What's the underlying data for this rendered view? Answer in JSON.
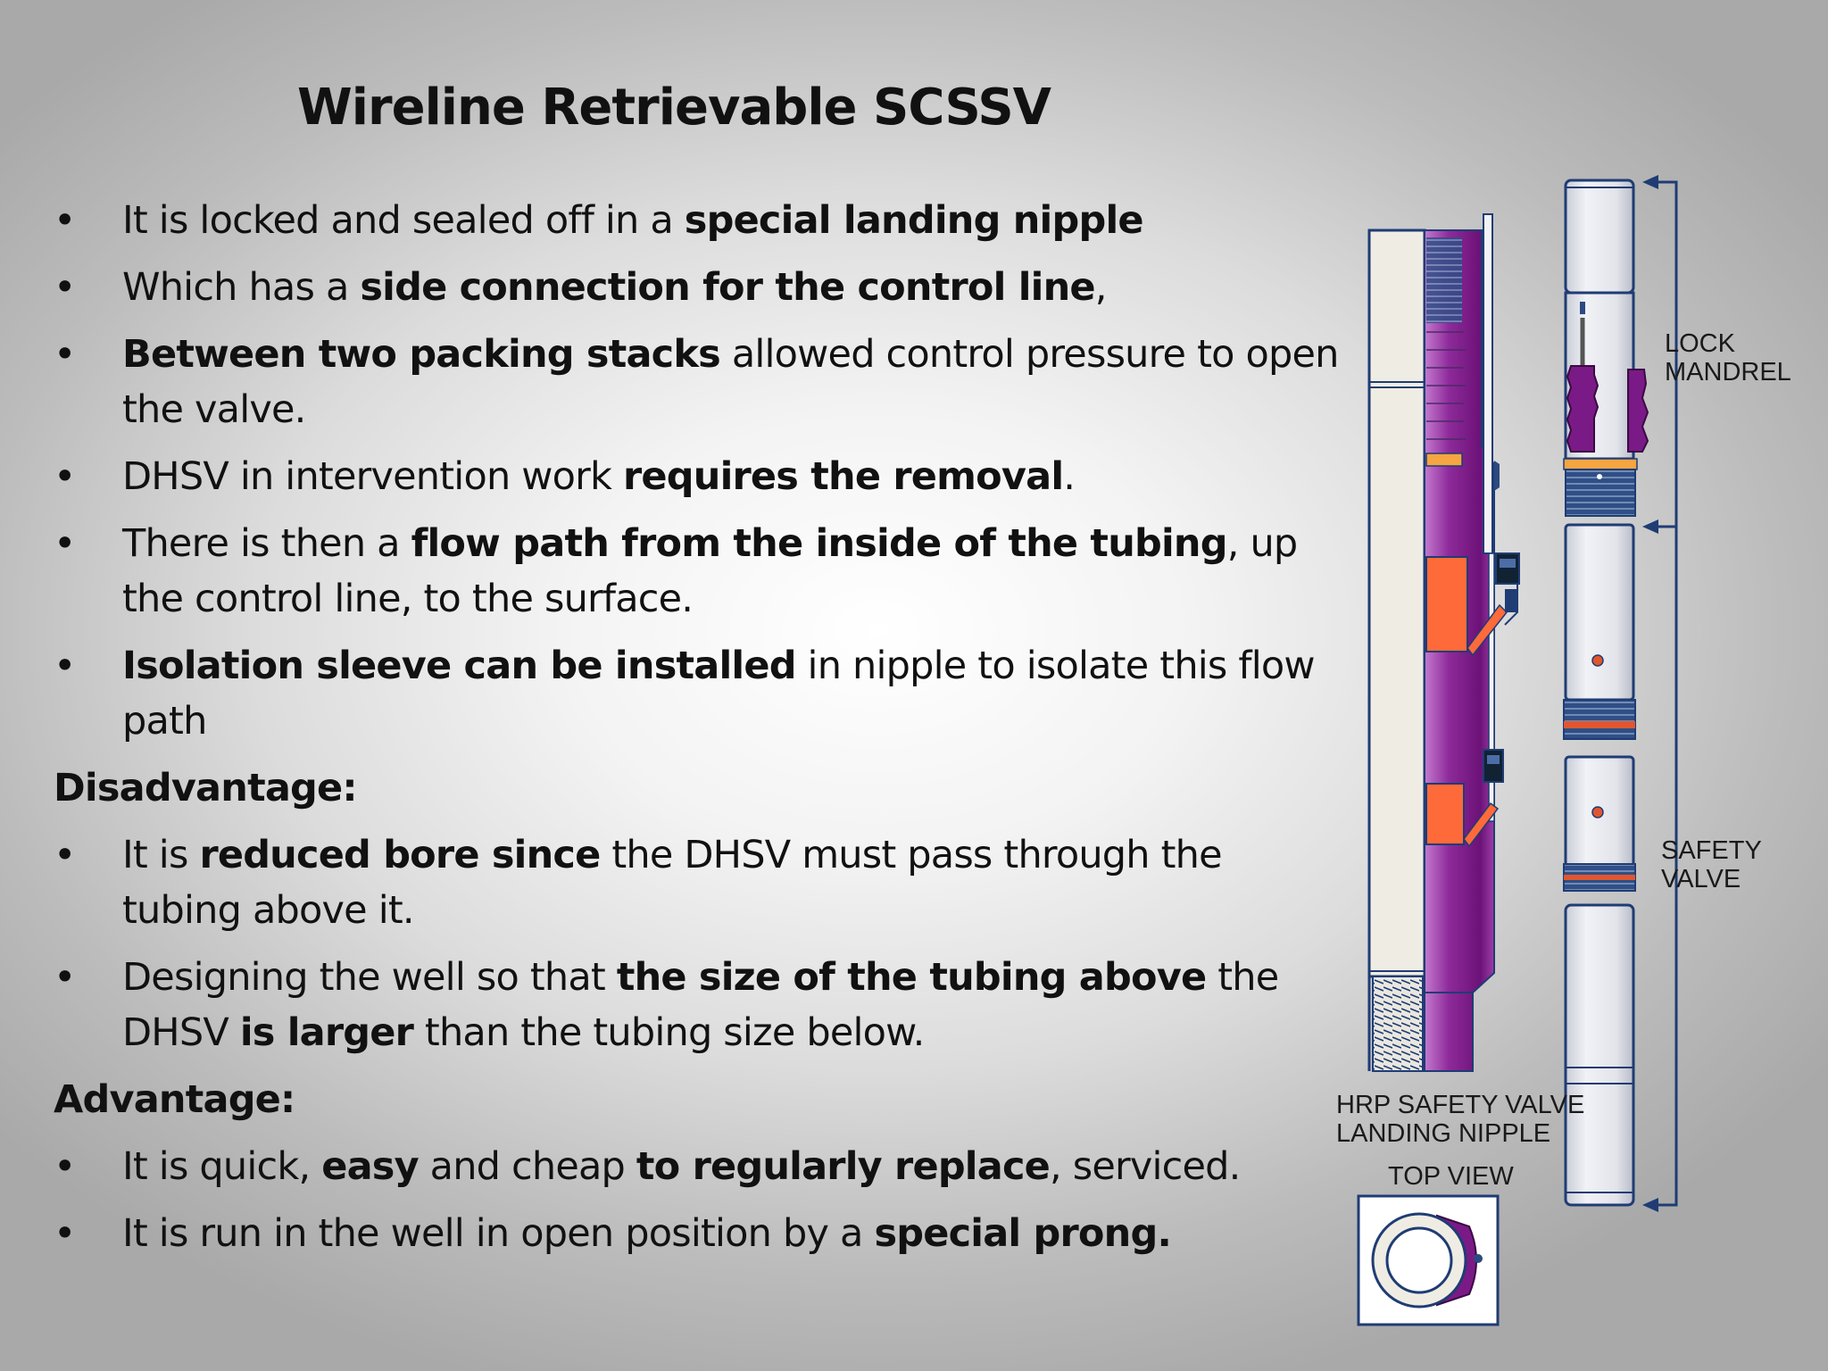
{
  "title": "Wireline Retrievable SCSSV",
  "bullet_symbol": "•",
  "bullets": [
    {
      "segments": [
        {
          "t": "It is locked and sealed off in a ",
          "b": false
        },
        {
          "t": "special landing nipple",
          "b": true
        }
      ]
    },
    {
      "segments": [
        {
          "t": "Which has a ",
          "b": false
        },
        {
          "t": "side connection for the control line",
          "b": true
        },
        {
          "t": ",",
          "b": false
        }
      ]
    },
    {
      "segments": [
        {
          "t": "Between two packing stacks",
          "b": true
        },
        {
          "t": " allowed control pressure to open the valve.",
          "b": false
        }
      ]
    },
    {
      "segments": [
        {
          "t": "DHSV in intervention work ",
          "b": false
        },
        {
          "t": "requires the removal",
          "b": true
        },
        {
          "t": ".",
          "b": false
        }
      ]
    },
    {
      "segments": [
        {
          "t": "There is then a ",
          "b": false
        },
        {
          "t": "flow path from the inside of the tubing",
          "b": true
        },
        {
          "t": ", up the control line, to the surface.",
          "b": false
        }
      ]
    },
    {
      "segments": [
        {
          "t": "Isolation sleeve can be installed",
          "b": true
        },
        {
          "t": " in nipple to isolate this flow path",
          "b": false
        }
      ]
    }
  ],
  "disadvantage": {
    "heading": "Disadvantage:",
    "bullets": [
      {
        "segments": [
          {
            "t": "It is ",
            "b": false
          },
          {
            "t": "reduced bore since",
            "b": true
          },
          {
            "t": " the DHSV must pass through the tubing above it.",
            "b": false
          }
        ]
      },
      {
        "segments": [
          {
            "t": "Designing the well so that ",
            "b": false
          },
          {
            "t": "the size of the tubing above",
            "b": true
          },
          {
            "t": " the DHSV ",
            "b": false
          },
          {
            "t": "is larger",
            "b": true
          },
          {
            "t": " than the tubing size below.",
            "b": false
          }
        ]
      }
    ]
  },
  "advantage": {
    "heading": "Advantage:",
    "bullets": [
      {
        "segments": [
          {
            "t": "It is quick, ",
            "b": false
          },
          {
            "t": "easy",
            "b": true
          },
          {
            "t": " and cheap ",
            "b": false
          },
          {
            "t": "to regularly replace",
            "b": true
          },
          {
            "t": ", serviced.",
            "b": false
          }
        ]
      },
      {
        "segments": [
          {
            "t": "It is run in the well in open position by a ",
            "b": false
          },
          {
            "t": "special prong.",
            "b": true
          }
        ]
      }
    ]
  },
  "figure": {
    "label_lock_line1": "LOCK",
    "label_lock_line2": "MANDREL",
    "label_valve_line1": "SAFETY",
    "label_valve_line2": "VALVE",
    "label_nipple_line1": "HRP SAFETY VALVE",
    "label_nipple_line2": "LANDING NIPPLE",
    "label_top_view": "TOP VIEW",
    "colors": {
      "purple": "#7a1a86",
      "orange": "#ff6a3a",
      "navy": "#1f3c74",
      "cream": "#efede3",
      "steel": "#dfe2ea"
    }
  }
}
